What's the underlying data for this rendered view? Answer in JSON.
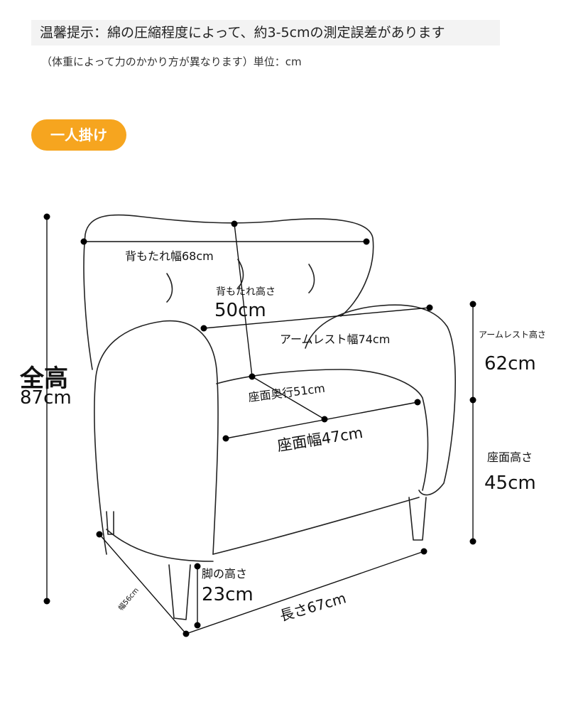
{
  "header": {
    "notice_line1": "温馨提示：綿の圧縮程度によって、約3-5cmの測定誤差があります",
    "notice_line2": "（体重によって力のかかり方が異なります）単位：cm",
    "badge": "一人掛け"
  },
  "dimensions": {
    "total_height_title": "全高",
    "total_height_value": "87cm",
    "backrest_width": "背もたれ幅68cm",
    "backrest_height_label": "背もたれ高さ",
    "backrest_height_value": "50cm",
    "armrest_width": "アームレスト幅74cm",
    "armrest_height_label": "アームレスト高さ",
    "armrest_height_value": "62cm",
    "seat_depth": "座面奥行51cm",
    "seat_width": "座面幅47cm",
    "seat_height_label": "座面高さ",
    "seat_height_value": "45cm",
    "leg_height_label": "脚の高さ",
    "leg_height_value": "23cm",
    "length": "長さ67cm",
    "width_side": "幅56cm"
  }
}
